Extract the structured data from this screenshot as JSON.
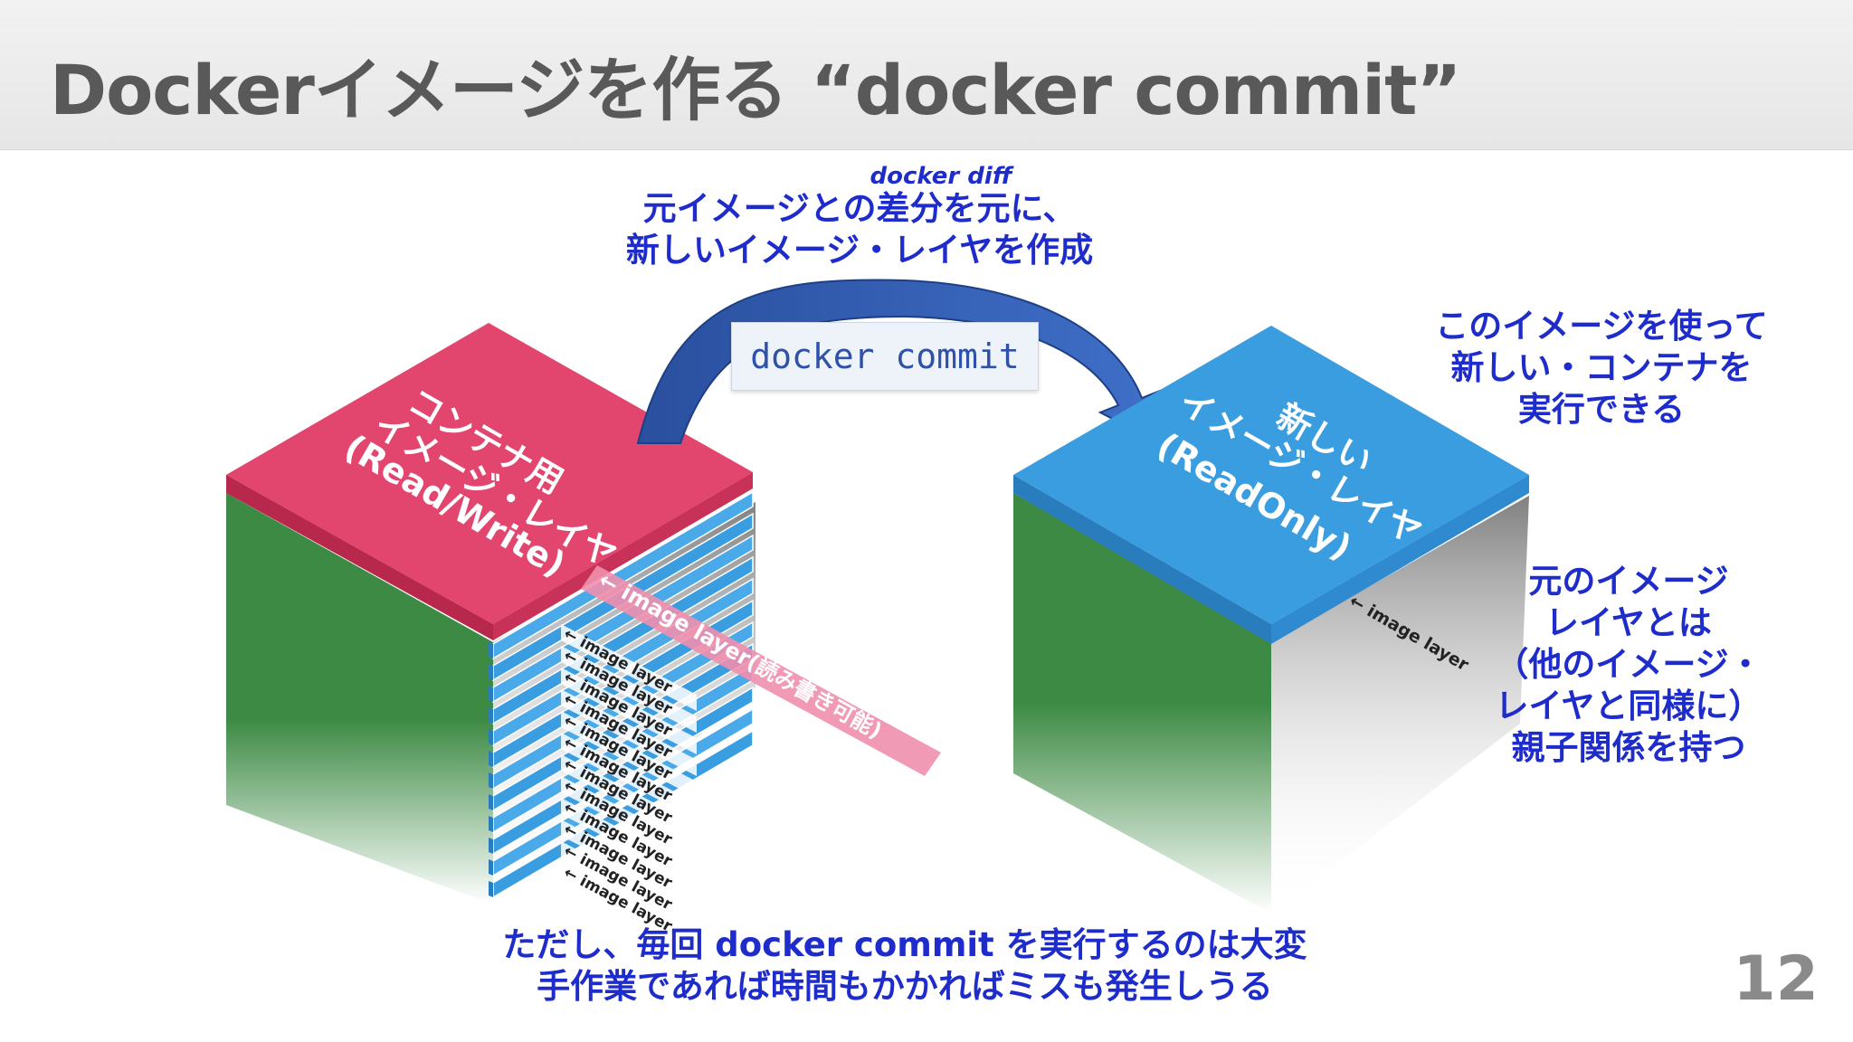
{
  "slide": {
    "title": "Dockerイメージを作る “docker commit”",
    "page_number": "12"
  },
  "diagram": {
    "diff_label": "docker diff",
    "top_caption_line1": "元イメージとの差分を元に、",
    "top_caption_line2": "新しいイメージ・レイヤを作成",
    "command": "docker commit",
    "left_top_layer_line1": "コンテナ用",
    "left_top_layer_line2": "イメージ・レイヤ",
    "left_top_layer_line3": "(Read/Write)",
    "rw_layer_label": "← image layer(読み書き可能)",
    "image_layer_label": "← image layer",
    "image_layer_count": 12,
    "right_top_layer_line1": "新しい",
    "right_top_layer_line2": "イメージ・レイヤ",
    "right_top_layer_line3": "(ReadOnly)",
    "right_image_layer_label": "← image layer",
    "right_caption1": [
      "このイメージを使って",
      "新しい・コンテナを",
      "実行できる"
    ],
    "right_caption2": [
      "元のイメージ",
      "レイヤとは",
      "（他のイメージ・",
      "レイヤと同様に）",
      "親子関係を持つ"
    ],
    "bottom_caption_line1": "ただし、毎回 docker commit を実行するのは大変",
    "bottom_caption_line2": "手作業であれば時間もかかればミスも発生しうる"
  },
  "colors": {
    "pink": "#e2456d",
    "blue": "#3a9de0",
    "green": "#3d8a44",
    "caption_blue": "#1f2ccc",
    "arrow": "#2c54a8"
  }
}
